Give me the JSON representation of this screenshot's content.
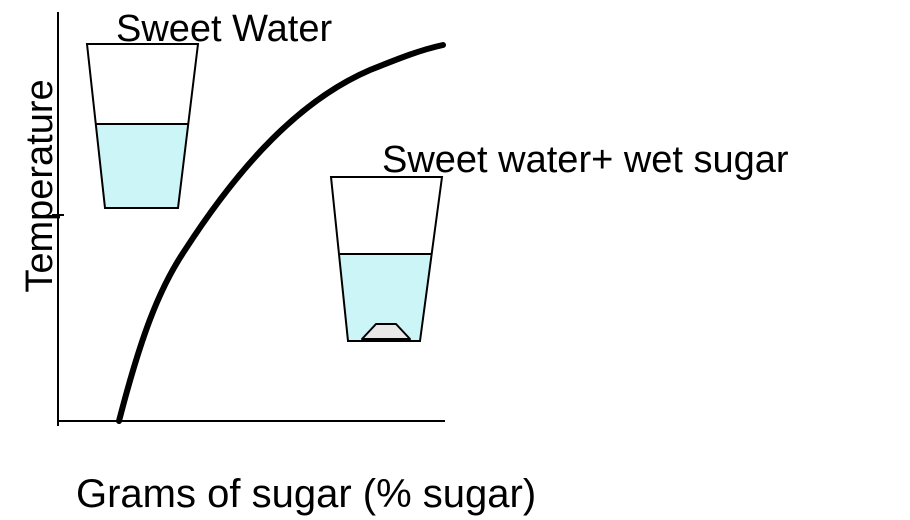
{
  "labels": {
    "y_axis": "Temperature",
    "x_axis": "Grams of sugar (% sugar)",
    "region_left": "Sweet Water",
    "region_right": "Sweet water+ wet sugar"
  },
  "icons": {
    "left_glass": "glass-of-sweet-water-icon",
    "right_glass": "glass-with-wet-sugar-icon"
  },
  "colors": {
    "line": "#000000",
    "water": "#ccf5f8",
    "glass_outline": "#000000",
    "sugar": "#e8e8e8",
    "background": "#ffffff"
  }
}
